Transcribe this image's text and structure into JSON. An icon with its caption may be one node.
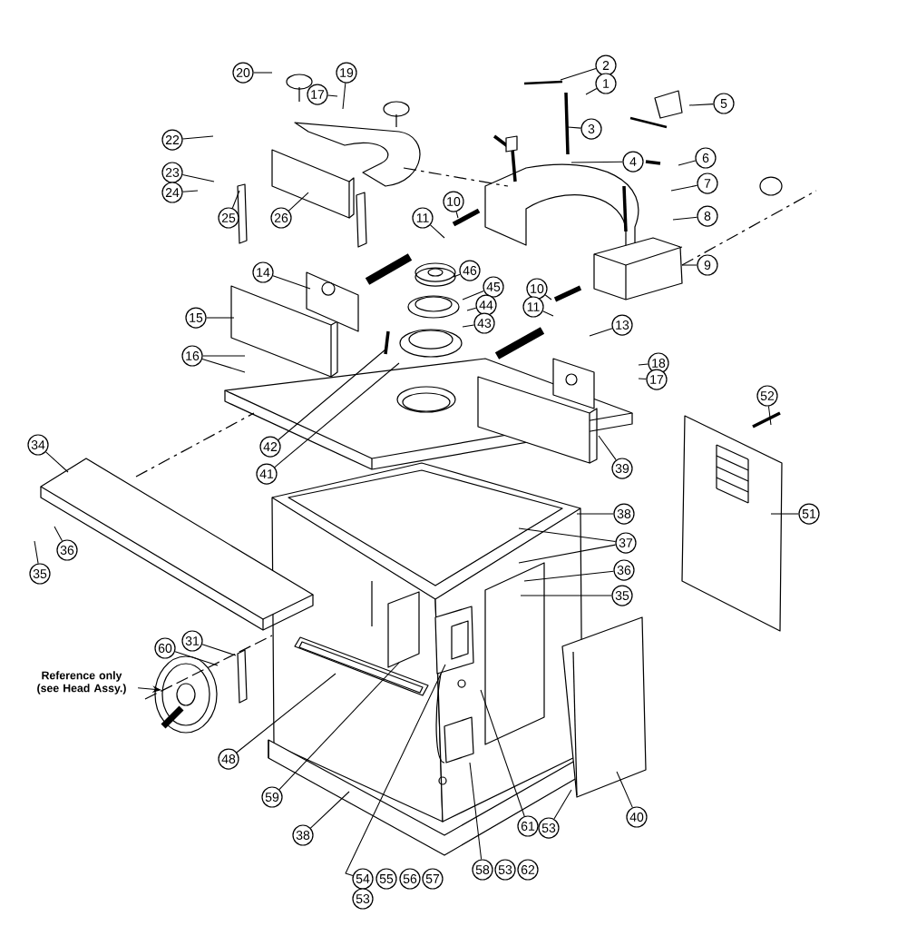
{
  "diagram": {
    "nodes": [
      {
        "text": [
          "20"
        ]
      },
      {
        "text": [
          "19"
        ]
      },
      {
        "text": [
          "2"
        ]
      },
      {
        "text": [
          "1"
        ]
      },
      {
        "text": [
          "17"
        ]
      },
      {
        "text": [
          "5"
        ]
      },
      {
        "text": [
          "3"
        ]
      },
      {
        "text": [
          "22"
        ]
      },
      {
        "text": [
          "4"
        ]
      },
      {
        "text": [
          "6"
        ]
      },
      {
        "text": [
          "23"
        ]
      },
      {
        "text": [
          "7"
        ]
      },
      {
        "text": [
          "24"
        ]
      },
      {
        "text": [
          "10"
        ]
      },
      {
        "text": [
          "8"
        ]
      },
      {
        "text": [
          "11"
        ]
      },
      {
        "text": [
          "25"
        ]
      },
      {
        "text": [
          "26"
        ]
      },
      {
        "text": [
          "9"
        ]
      },
      {
        "text": [
          "46"
        ]
      },
      {
        "text": [
          "14"
        ]
      },
      {
        "text": [
          "45"
        ]
      },
      {
        "text": [
          "10"
        ]
      },
      {
        "text": [
          "44"
        ]
      },
      {
        "text": [
          "11"
        ]
      },
      {
        "text": [
          "15"
        ]
      },
      {
        "text": [
          "43"
        ]
      },
      {
        "text": [
          "13"
        ]
      },
      {
        "text": [
          "16"
        ]
      },
      {
        "text": [
          "18"
        ]
      },
      {
        "text": [
          "17"
        ]
      },
      {
        "text": [
          "52"
        ]
      },
      {
        "text": [
          "34"
        ]
      },
      {
        "text": [
          "42"
        ]
      },
      {
        "text": [
          "39"
        ]
      },
      {
        "text": [
          "41"
        ]
      },
      {
        "text": [
          "38"
        ]
      },
      {
        "text": [
          "51"
        ]
      },
      {
        "text": [
          "37"
        ]
      },
      {
        "text": [
          "36"
        ]
      },
      {
        "text": [
          "36"
        ]
      },
      {
        "text": [
          "35"
        ]
      },
      {
        "text": [
          "35"
        ]
      },
      {
        "text": [
          "31"
        ]
      },
      {
        "text": [
          "60"
        ]
      },
      {
        "text": [
          "Reference only (see Head Assy.)"
        ]
      },
      {
        "text": [
          "48"
        ]
      },
      {
        "text": [
          "59"
        ]
      },
      {
        "text": [
          "40"
        ]
      },
      {
        "text": [
          "61"
        ]
      },
      {
        "text": [
          "53"
        ]
      },
      {
        "text": [
          "38"
        ]
      },
      {
        "text": [
          "58"
        ]
      },
      {
        "text": [
          "53"
        ]
      },
      {
        "text": [
          "62"
        ]
      },
      {
        "text": [
          "54"
        ]
      },
      {
        "text": [
          "55"
        ]
      },
      {
        "text": [
          "56"
        ]
      },
      {
        "text": [
          "57"
        ]
      },
      {
        "text": [
          "53"
        ]
      }
    ],
    "edges": [
      {
        "from": 0,
        "to": null,
        "arrow": "none"
      },
      {
        "from": 1,
        "to": null,
        "arrow": "none"
      },
      {
        "from": 2,
        "to": null,
        "arrow": "none"
      },
      {
        "from": 3,
        "to": null,
        "arrow": "none"
      },
      {
        "from": 4,
        "to": null,
        "arrow": "none"
      },
      {
        "from": 5,
        "to": null,
        "arrow": "none"
      },
      {
        "from": 6,
        "to": null,
        "arrow": "none"
      },
      {
        "from": 7,
        "to": null,
        "arrow": "none"
      },
      {
        "from": 8,
        "to": null,
        "arrow": "none"
      },
      {
        "from": 9,
        "to": null,
        "arrow": "none"
      },
      {
        "from": 10,
        "to": null,
        "arrow": "none"
      },
      {
        "from": 11,
        "to": null,
        "arrow": "none"
      },
      {
        "from": 12,
        "to": null,
        "arrow": "none"
      },
      {
        "from": 13,
        "to": null,
        "arrow": "none"
      },
      {
        "from": 14,
        "to": null,
        "arrow": "none"
      },
      {
        "from": 15,
        "to": null,
        "arrow": "none"
      },
      {
        "from": 16,
        "to": null,
        "arrow": "none"
      },
      {
        "from": 17,
        "to": null,
        "arrow": "none"
      },
      {
        "from": 18,
        "to": null,
        "arrow": "none"
      },
      {
        "from": 19,
        "to": null,
        "arrow": "none"
      },
      {
        "from": 20,
        "to": null,
        "arrow": "none"
      },
      {
        "from": 21,
        "to": null,
        "arrow": "none"
      },
      {
        "from": 22,
        "to": null,
        "arrow": "none"
      },
      {
        "from": 23,
        "to": null,
        "arrow": "none"
      },
      {
        "from": 24,
        "to": null,
        "arrow": "none"
      },
      {
        "from": 25,
        "to": null,
        "arrow": "none"
      },
      {
        "from": 26,
        "to": null,
        "arrow": "none"
      },
      {
        "from": 27,
        "to": null,
        "arrow": "none"
      },
      {
        "from": 28,
        "to": null,
        "arrow": "none"
      },
      {
        "from": 28,
        "to": null,
        "arrow": "none"
      },
      {
        "from": 29,
        "to": null,
        "arrow": "none"
      },
      {
        "from": 30,
        "to": null,
        "arrow": "none"
      },
      {
        "from": 31,
        "to": null,
        "arrow": "none"
      },
      {
        "from": 32,
        "to": null,
        "arrow": "none"
      },
      {
        "from": 33,
        "to": null,
        "arrow": "none"
      },
      {
        "from": 34,
        "to": null,
        "arrow": "none"
      },
      {
        "from": 35,
        "to": null,
        "arrow": "none"
      },
      {
        "from": 36,
        "to": null,
        "arrow": "none"
      },
      {
        "from": 37,
        "to": null,
        "arrow": "none"
      },
      {
        "from": 38,
        "to": null,
        "arrow": "none"
      },
      {
        "from": 38,
        "to": null,
        "arrow": "none"
      },
      {
        "from": 39,
        "to": null,
        "arrow": "none"
      },
      {
        "from": 40,
        "to": null,
        "arrow": "none"
      },
      {
        "from": 41,
        "to": null,
        "arrow": "none"
      },
      {
        "from": 42,
        "to": null,
        "arrow": "none"
      },
      {
        "from": 43,
        "to": null,
        "arrow": "none"
      },
      {
        "from": 44,
        "to": null,
        "arrow": "none"
      },
      {
        "from": 45,
        "to": null,
        "arrow": "to"
      },
      {
        "from": 46,
        "to": null,
        "arrow": "none"
      },
      {
        "from": 47,
        "to": null,
        "arrow": "none"
      },
      {
        "from": 48,
        "to": null,
        "arrow": "none"
      },
      {
        "from": 49,
        "to": null,
        "arrow": "none"
      },
      {
        "from": 50,
        "to": null,
        "arrow": "none"
      },
      {
        "from": 51,
        "to": null,
        "arrow": "none"
      },
      {
        "from": 52,
        "to": null,
        "arrow": "none"
      },
      {
        "from": 55,
        "to": null,
        "arrow": "none"
      }
    ]
  }
}
